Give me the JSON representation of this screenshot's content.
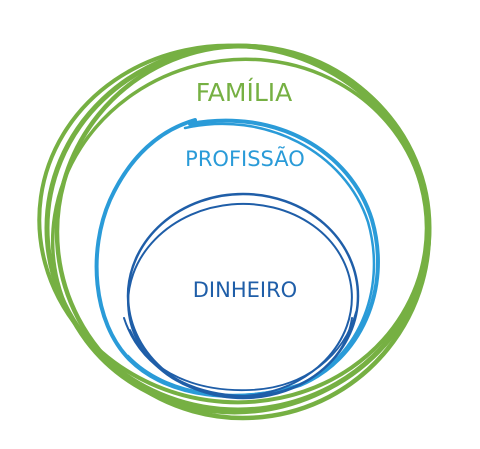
{
  "circles": [
    {
      "label": "FAMÍLIA",
      "color": "#76b043"
    },
    {
      "label": "PROFISSÃO",
      "color": "#2a9bd8"
    },
    {
      "label": "DINHEIRO",
      "color": "#1f5ea8"
    }
  ]
}
